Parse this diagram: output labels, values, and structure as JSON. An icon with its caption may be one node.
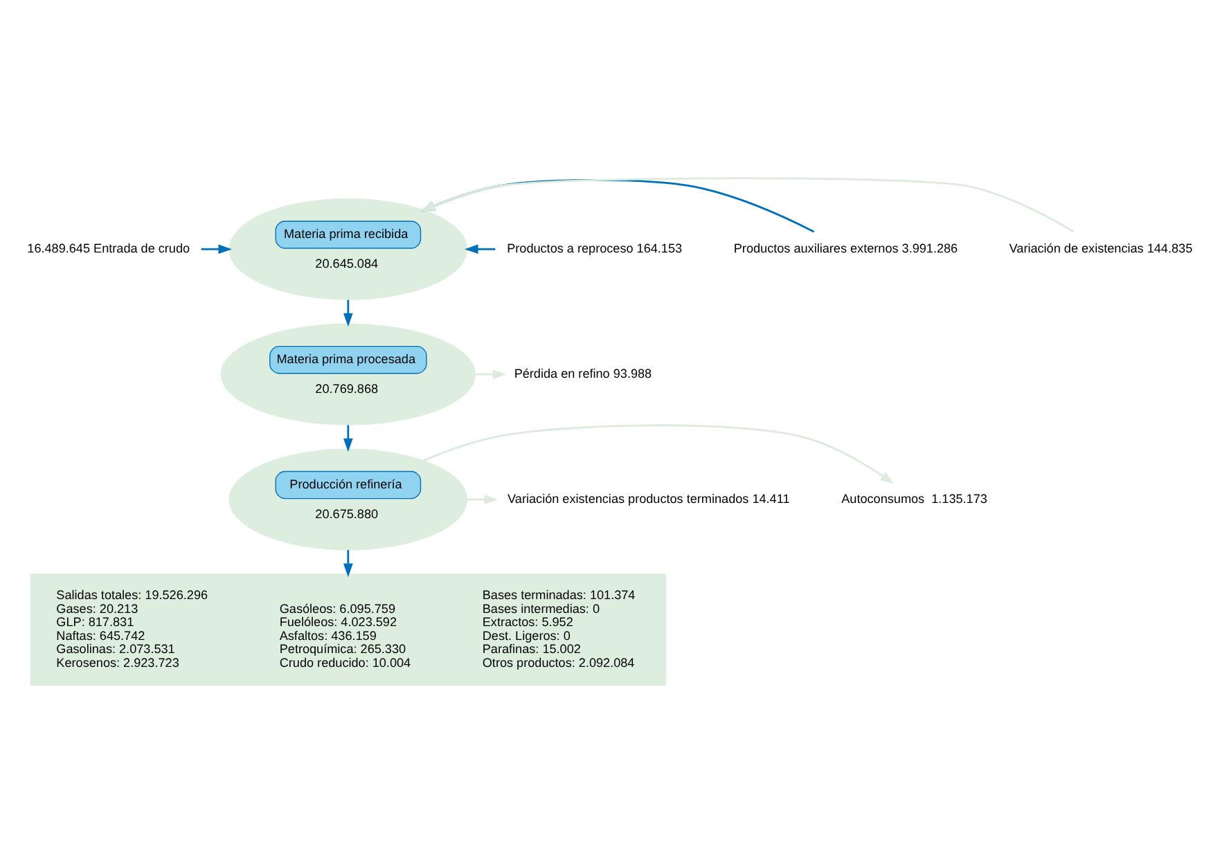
{
  "diagram": {
    "nodes": [
      {
        "text": [
          "Materia prima recibida",
          "20.645.084"
        ]
      },
      {
        "text": [
          "Materia prima procesada",
          "20.769.868"
        ]
      },
      {
        "text": [
          "Producción refinería",
          "20.675.880"
        ]
      },
      {
        "text": [
          "Salidas totales: 19.526.296",
          "Gases: 20.213",
          "GLP: 817.831",
          "Naftas: 645.742",
          "Gasolinas: 2.073.531",
          "Kerosenos: 2.923.723",
          "Gasóleos: 6.095.759",
          "Fuelóleos: 4.023.592",
          "Asfaltos: 436.159",
          "Petroquímica: 265.330",
          "Crudo reducido: 10.004",
          "Bases terminadas: 101.374",
          "Bases intermedias: 0",
          "Extractos: 5.952",
          "Dest. Ligeros: 0",
          "Parafinas: 15.002",
          "Otros productos: 2.092.084"
        ]
      },
      {
        "text": [
          "16.489.645 Entrada de crudo"
        ]
      },
      {
        "text": [
          "Productos a reproceso 164.153"
        ]
      },
      {
        "text": [
          "Productos auxiliares externos 3.991.286"
        ]
      },
      {
        "text": [
          "Variación de existencias 144.835"
        ]
      },
      {
        "text": [
          "Pérdida en refino 93.988"
        ]
      },
      {
        "text": [
          "Autoconsumos  1.135.173"
        ]
      },
      {
        "text": [
          "Variación existencias productos terminados 14.411"
        ]
      }
    ],
    "edges": [
      {
        "from": 4,
        "to": 0,
        "arrow": "to"
      },
      {
        "from": 5,
        "to": 0,
        "arrow": "to"
      },
      {
        "from": 6,
        "to": 0,
        "arrow": "to"
      },
      {
        "from": 7,
        "to": 0,
        "arrow": "to",
        "color": "#dcebdc"
      },
      {
        "from": 0,
        "to": 1,
        "arrow": "to"
      },
      {
        "from": 1,
        "to": 8,
        "arrow": "to",
        "color": "#dcebdc"
      },
      {
        "from": 1,
        "to": 2,
        "arrow": "to"
      },
      {
        "from": 2,
        "to": 9,
        "arrow": "to",
        "color": "#dcebdc"
      },
      {
        "from": 2,
        "to": 10,
        "arrow": "to",
        "color": "#dcebdc"
      },
      {
        "from": 2,
        "to": 3,
        "arrow": "to"
      }
    ]
  }
}
